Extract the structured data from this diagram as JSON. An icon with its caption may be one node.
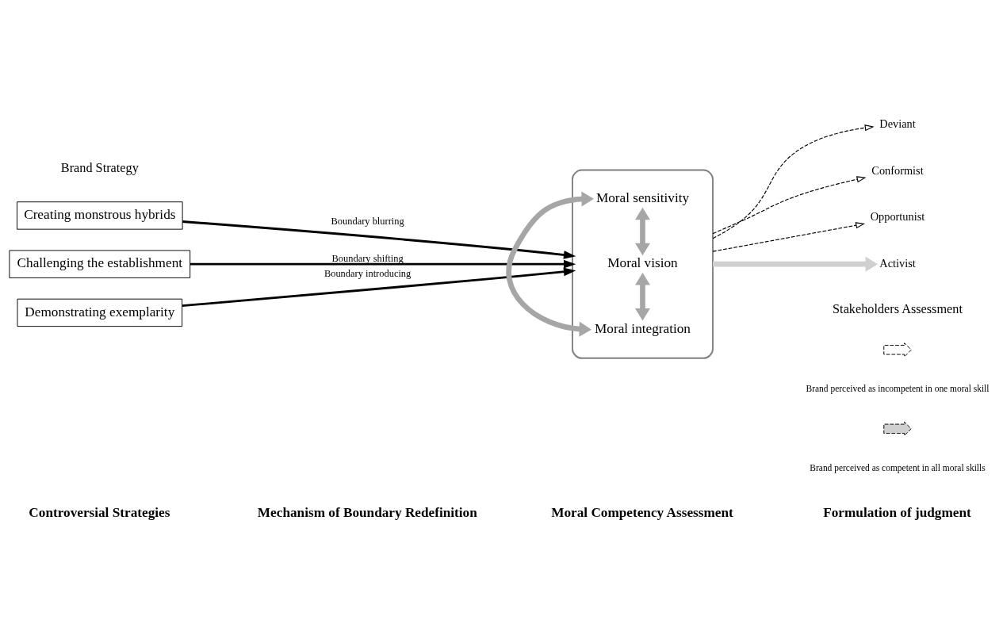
{
  "diagram": {
    "nodes": [
      {
        "text": [
          "Creating monstrous hybrids"
        ]
      },
      {
        "text": [
          "Challenging the establishment"
        ]
      },
      {
        "text": [
          "Demonstrating exemplarity"
        ]
      },
      {
        "text": [],
        "shape": "box"
      },
      {
        "text": [
          "Moral sensitivity"
        ],
        "in": 3
      },
      {
        "text": [
          "Moral vision"
        ],
        "in": 3
      },
      {
        "text": [
          "Moral integration"
        ],
        "in": 3
      },
      {
        "text": [
          "Deviant"
        ]
      },
      {
        "text": [
          "Conformist"
        ]
      },
      {
        "text": [
          "Opportunist"
        ]
      },
      {
        "text": [
          "Activist"
        ]
      }
    ],
    "edges": [
      {
        "from": 0,
        "to": 3,
        "arrow": "to",
        "label": "Boundary blurring"
      },
      {
        "from": 1,
        "to": 3,
        "arrow": "to",
        "label": "Boundary shifting"
      },
      {
        "from": 2,
        "to": 3,
        "arrow": "to",
        "label": "Boundary introducing"
      },
      {
        "from": 4,
        "to": 5,
        "arrow": "both",
        "style": "thick",
        "color": "#a6a6a6"
      },
      {
        "from": 5,
        "to": 6,
        "arrow": "both",
        "style": "thick",
        "color": "#a6a6a6"
      },
      {
        "from": 4,
        "to": 6,
        "arrow": "both",
        "style": "thick",
        "color": "#a6a6a6"
      },
      {
        "from": 3,
        "to": 7,
        "arrow": "to",
        "style": "dashed"
      },
      {
        "from": 3,
        "to": 8,
        "arrow": "to",
        "style": "dashed"
      },
      {
        "from": 3,
        "to": 9,
        "arrow": "to",
        "style": "dashed"
      },
      {
        "from": 3,
        "to": 10,
        "arrow": "to",
        "style": "thick",
        "color": "#d0d0d0"
      }
    ],
    "labels": [
      "Controversial Strategies",
      "Mechanism of Boundary Redefinition",
      "Moral Competency Assessment",
      "Formulation of judgment",
      "Brand Strategy",
      "Stakeholders Assessment"
    ],
    "legend": [
      {
        "text": "Brand perceived as incompetent in one moral skill"
      },
      {
        "text": "Brand perceived as competent in all moral skills"
      }
    ]
  }
}
